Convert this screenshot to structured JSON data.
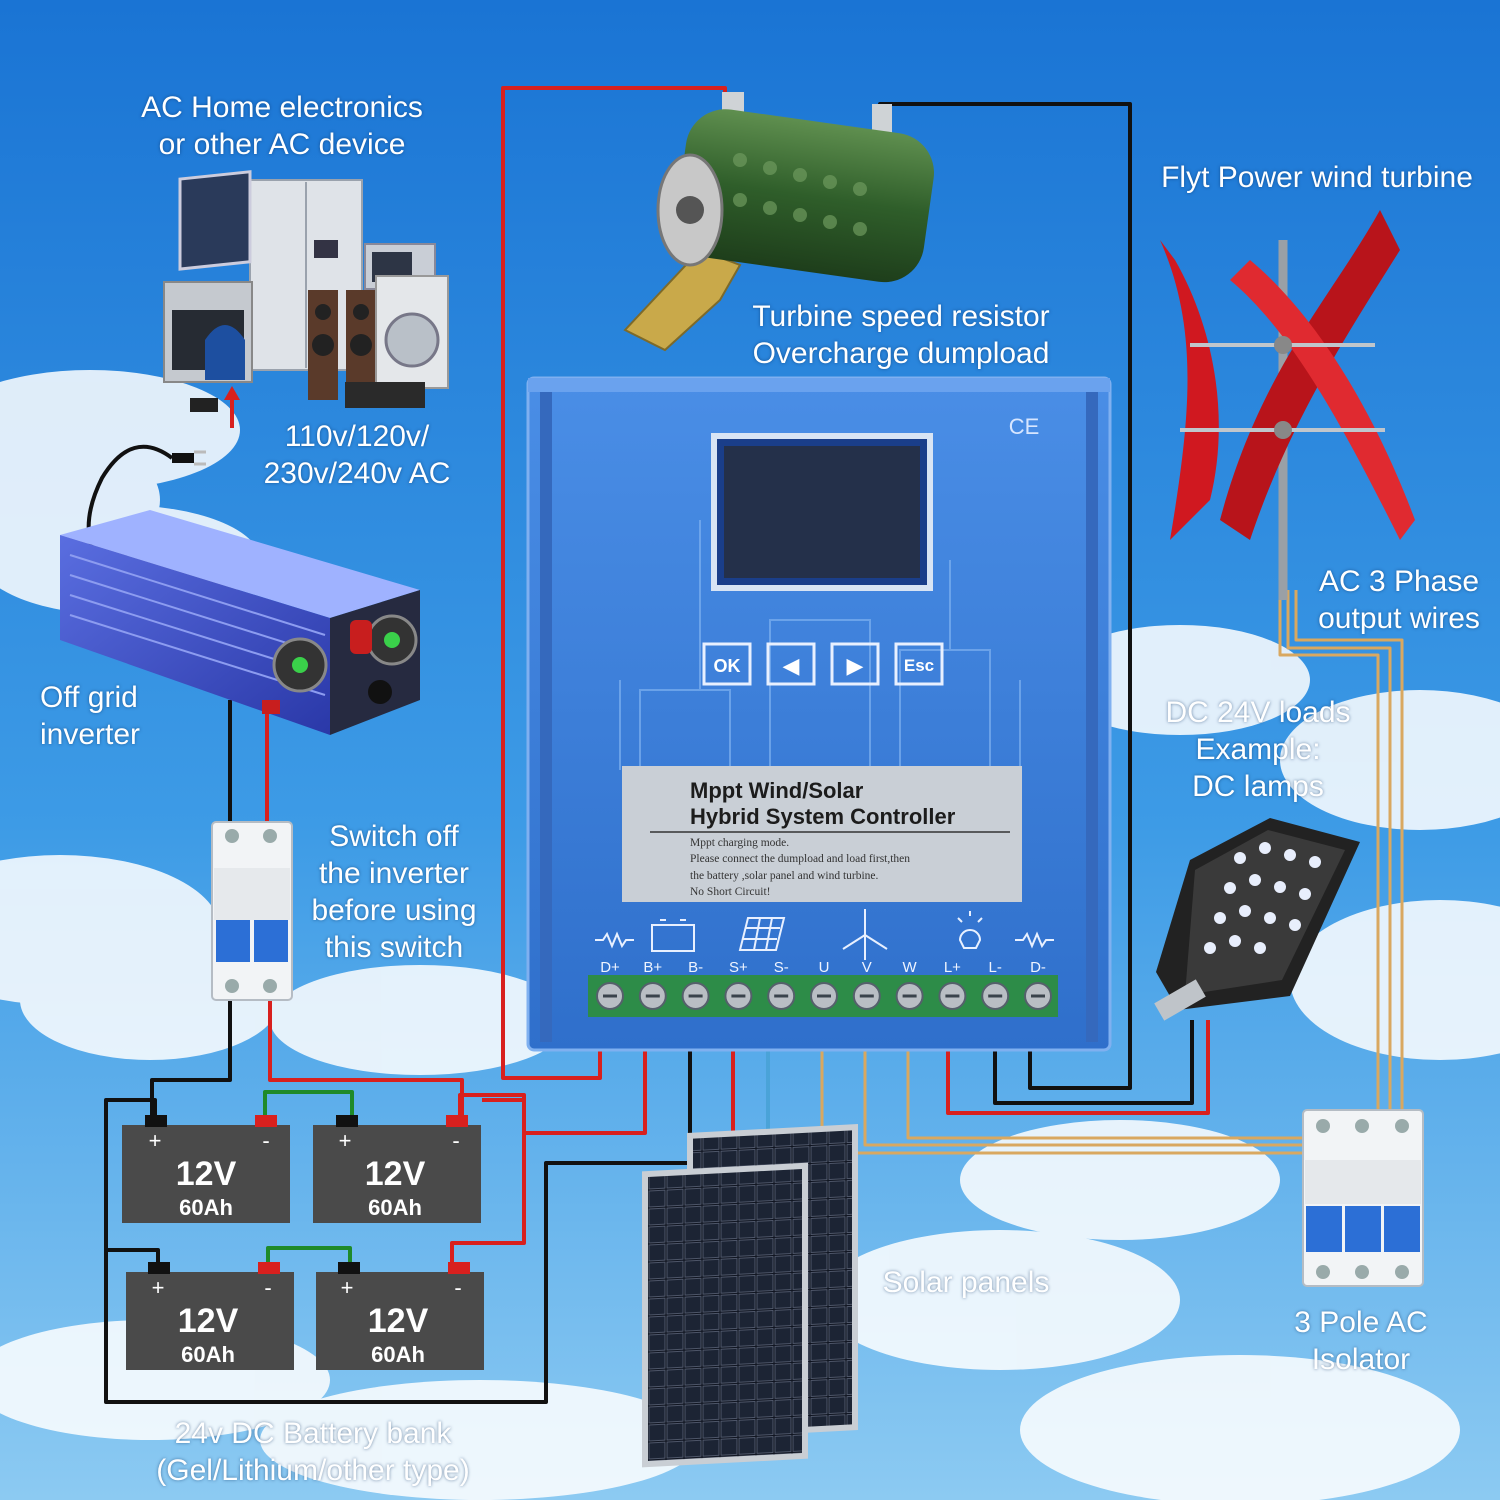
{
  "labels": {
    "ac_home": [
      "AC Home electronics",
      "or other AC device"
    ],
    "ac_voltage": [
      "110v/120v/",
      "230v/240v AC"
    ],
    "inverter": [
      "Off grid",
      "inverter"
    ],
    "switch_note": [
      "Switch off",
      "the inverter",
      "before using",
      "this switch"
    ],
    "battery_bank": [
      "24v DC Battery bank",
      "(Gel/Lithium/other type)"
    ],
    "resistor": [
      "Turbine speed resistor",
      "Overcharge dumpload"
    ],
    "turbine": [
      "Flyt Power wind turbine"
    ],
    "ac_wires": [
      "AC 3 Phase",
      "output wires"
    ],
    "dc_loads": [
      "DC 24V loads",
      "Example:",
      "DC lamps"
    ],
    "solar": [
      "Solar panels"
    ],
    "isolator": [
      "3 Pole AC",
      "Isolator"
    ]
  },
  "controller": {
    "ce_mark": "CE",
    "buttons": [
      "OK",
      "◀",
      "▶",
      "Esc"
    ],
    "title_line1": "Mppt Wind/Solar",
    "title_line2": "Hybrid System Controller",
    "notes": [
      "Mppt charging mode.",
      "Please connect the dumpload and load first,then",
      "the battery ,solar panel and wind turbine.",
      "No Short Circuit!"
    ],
    "terminals": [
      "D+",
      "B+",
      "B-",
      "S+",
      "S-",
      "U",
      "V",
      "W",
      "L+",
      "L-",
      "D-"
    ]
  },
  "batteries": [
    {
      "voltage": "12V",
      "capacity": "60Ah"
    },
    {
      "voltage": "12V",
      "capacity": "60Ah"
    },
    {
      "voltage": "12V",
      "capacity": "60Ah"
    },
    {
      "voltage": "12V",
      "capacity": "60Ah"
    }
  ],
  "battery_terminal_plus": "+",
  "battery_terminal_minus": "-",
  "colors": {
    "sky_top": "#1a78d6",
    "sky_bottom": "#7cc0ee",
    "controller_body": "#3b7fd8",
    "wire_red": "#d8201e",
    "wire_black": "#111111",
    "wire_orange": "#d9a860",
    "wire_green": "#1f8a2a",
    "wire_blue": "#4aa3d8",
    "turbine_red": "#d01820"
  }
}
